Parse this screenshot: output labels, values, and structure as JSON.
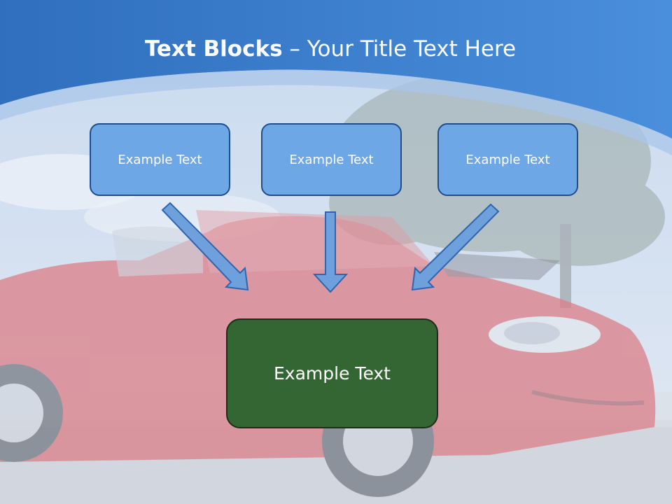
{
  "title": {
    "bold": "Text Blocks",
    "rest": " – Your Title Text Here"
  },
  "blocks": [
    {
      "label": "Example Text"
    },
    {
      "label": "Example Text"
    },
    {
      "label": "Example Text"
    }
  ],
  "main_block": {
    "label": "Example Text"
  },
  "colors": {
    "header_blue": "#3f7fcf",
    "block_fill": "#6ea7e6",
    "block_border": "#1f4e8c",
    "main_fill": "#336633",
    "arrow_fill": "#6ea0dc"
  }
}
